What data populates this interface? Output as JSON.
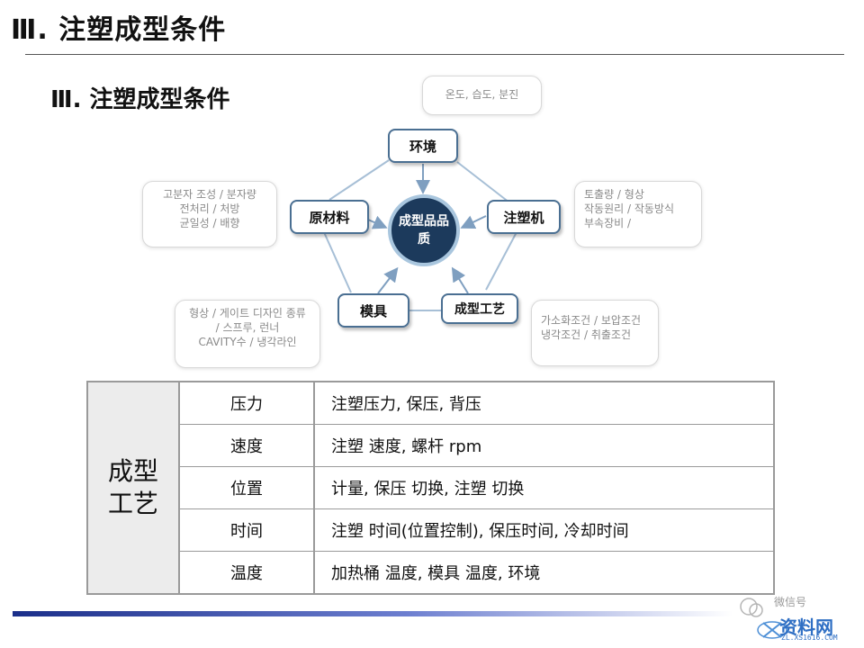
{
  "title": "Ⅲ. 注塑成型条件",
  "subtitle": "Ⅲ. 注塑成型条件",
  "diagram": {
    "center": "成型品品质",
    "nodes": {
      "top": "环境",
      "left": "原材料",
      "right": "注塑机",
      "bottom_left": "模具",
      "bottom_right": "成型工艺"
    },
    "notes": {
      "env": [
        "온도, 습도, 분진"
      ],
      "material": [
        "고분자 조성 / 분자량",
        "전처리 / 처방",
        "균일성 / 배향"
      ],
      "machine": [
        "토출량   / 형상",
        "작동원리 / 작동방식",
        "부속장비 /"
      ],
      "mold": [
        "형상 / 게이트 디자인 종류",
        "/ 스프루, 런너",
        "CAVITY수 / 냉각라인"
      ],
      "process": [
        "가소화조건 / 보압조건",
        "냉각조건   / 취출조건"
      ]
    }
  },
  "table": {
    "category": "成型工艺",
    "rows": [
      {
        "key": "压力",
        "value": "注塑压力, 保压, 背压"
      },
      {
        "key": "速度",
        "value": "注塑 速度, 螺杆 rpm"
      },
      {
        "key": "位置",
        "value": "计量, 保压 切换, 注塑 切换"
      },
      {
        "key": "时间",
        "value": "注塑 时间(位置控制), 保压时间, 冷却时间"
      },
      {
        "key": "温度",
        "value": "加热桶 温度, 模具 温度, 环境"
      }
    ]
  },
  "watermark": {
    "top": "微信号",
    "main": "资料网",
    "sub": "ZL.XS1616.COM"
  },
  "colors": {
    "hub_fill": "#1c3a5c",
    "node_border": "#4a6f92",
    "arrow": "#7f9fc0",
    "bar_start": "#1b2f8a"
  }
}
